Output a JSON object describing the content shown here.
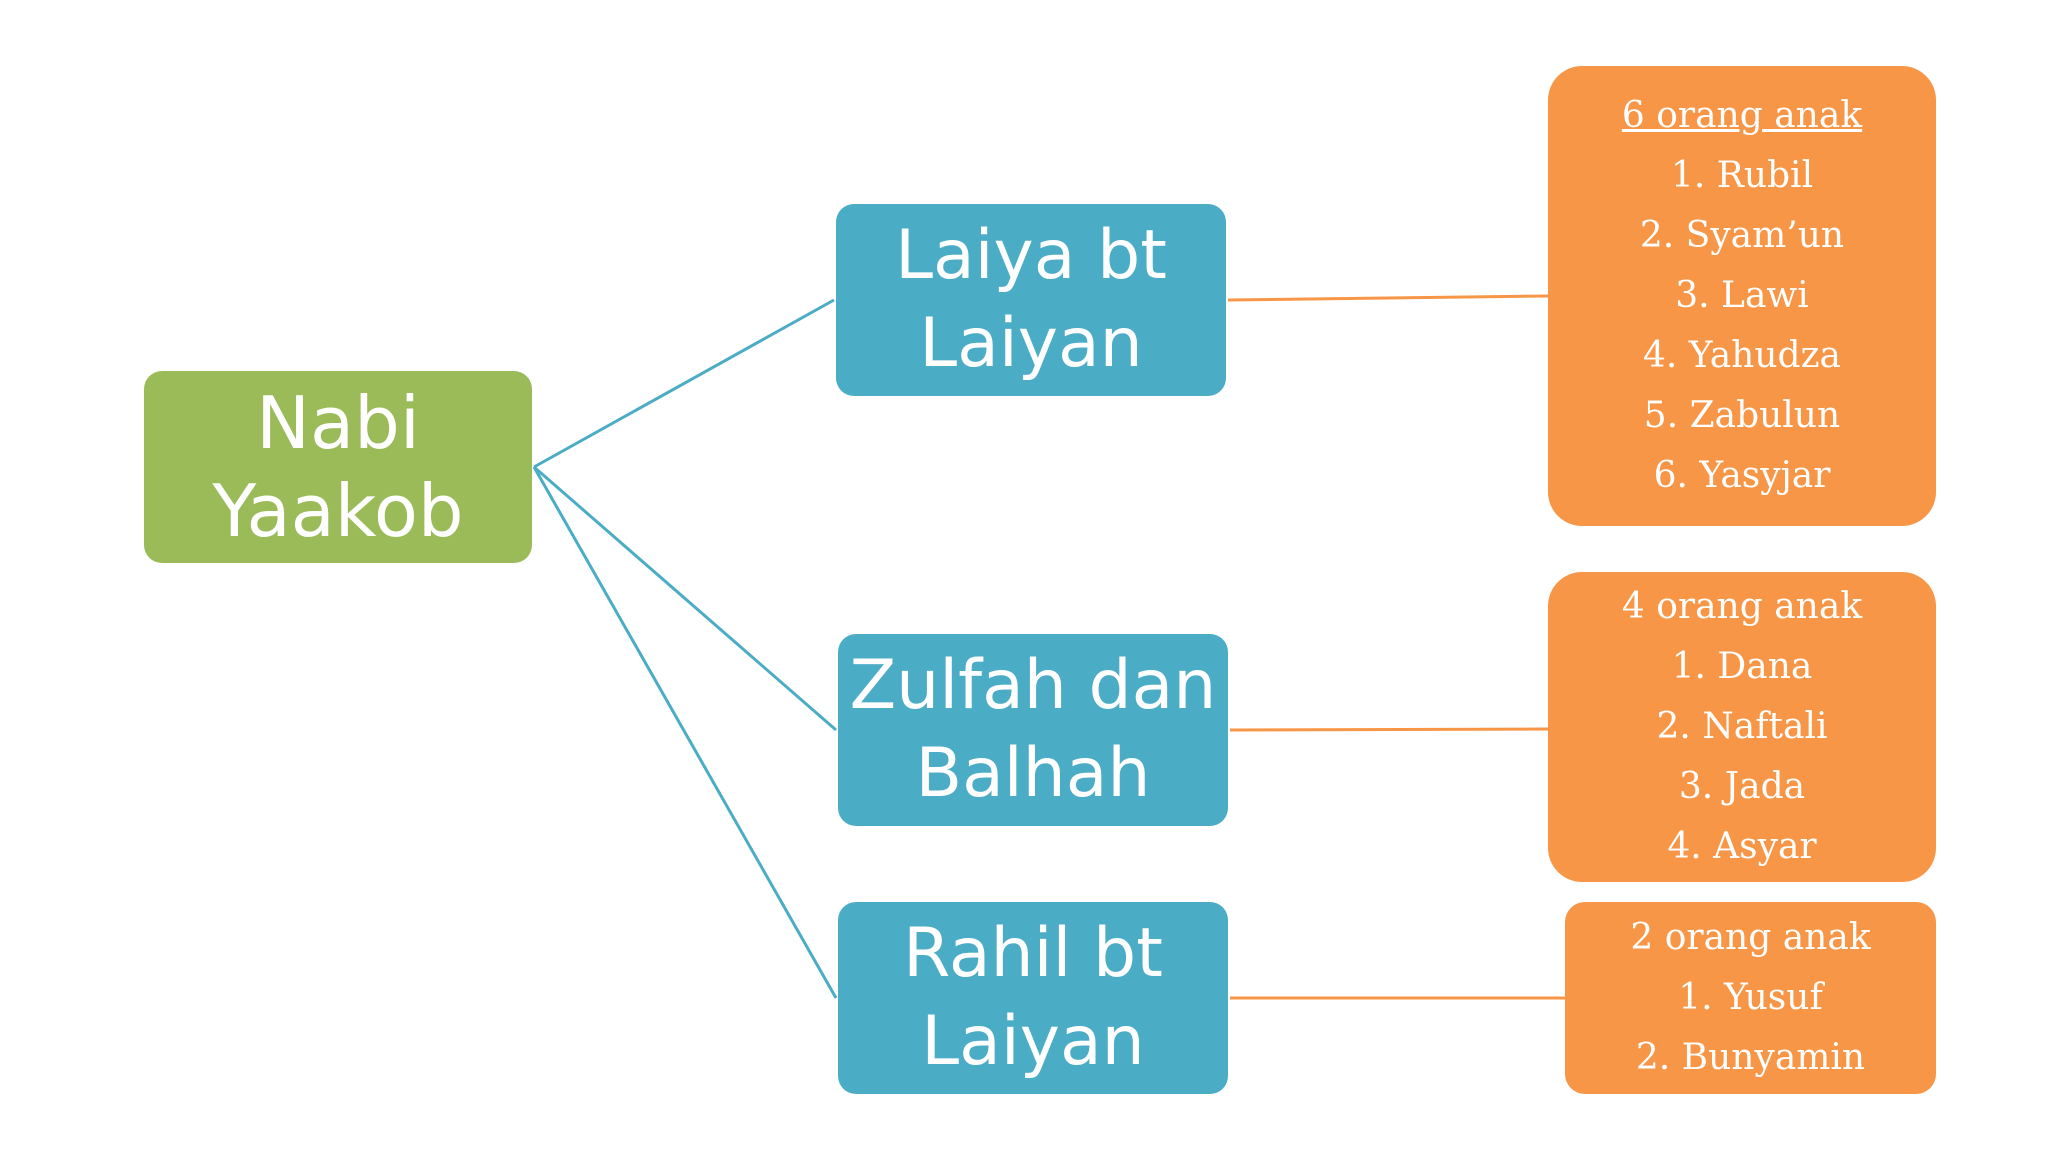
{
  "root": {
    "line1": "Nabi",
    "line2": "Yaakob"
  },
  "wives": [
    {
      "line1": "Laiya bt",
      "line2": "Laiyan",
      "children": {
        "heading": "6 orang anak",
        "heading_underlined": true,
        "items": [
          "1. Rubil",
          "2. Syam’un",
          "3. Lawi",
          "4. Yahudza",
          "5. Zabulun",
          "6. Yasyjar"
        ]
      }
    },
    {
      "line1": "Zulfah dan",
      "line2": "Balhah",
      "children": {
        "heading": "4 orang anak",
        "heading_underlined": false,
        "items": [
          "1. Dana",
          "2. Naftali",
          "3. Jada",
          "4. Asyar"
        ]
      }
    },
    {
      "line1": "Rahil bt",
      "line2": "Laiyan",
      "children": {
        "heading": "2 orang anak",
        "heading_underlined": false,
        "items": [
          "1. Yusuf",
          "2. Bunyamin"
        ]
      }
    }
  ],
  "colors": {
    "root": "#9bbb59",
    "wife": "#4bacc6",
    "children": "#f79646",
    "root_connector": "#4bacc6",
    "child_connector": "#f79646"
  }
}
